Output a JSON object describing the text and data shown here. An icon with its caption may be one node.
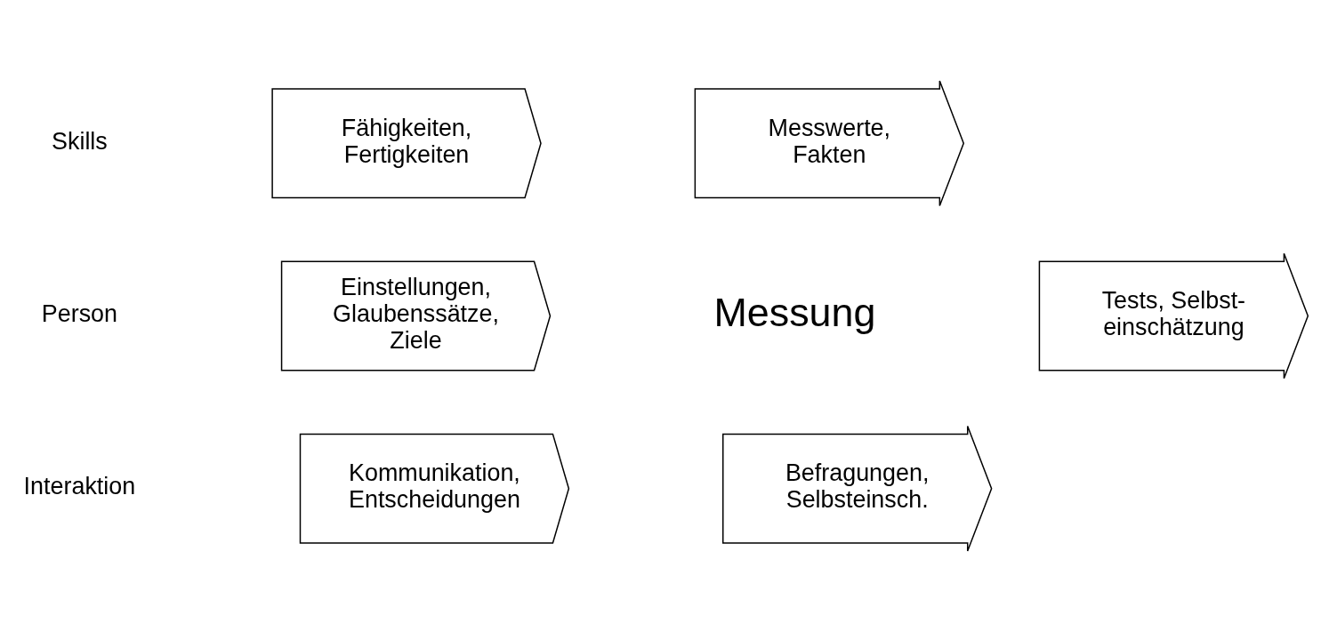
{
  "diagram": {
    "nodes": [
      {
        "text": [
          "Fähigkeiten, Fertigkeiten"
        ]
      },
      {
        "text": [
          "Einstellungen, Glaubenssätze, Ziele"
        ]
      },
      {
        "text": [
          "Kommunikation, Entscheidungen"
        ]
      },
      {
        "text": [
          "Messwerte, Fakten"
        ]
      },
      {
        "text": [
          "Tests, Selbst- einschätzung"
        ]
      },
      {
        "text": [
          "Befragungen, Selbsteinsch."
        ]
      }
    ],
    "edges": [],
    "labels": [
      "Skills",
      "Person",
      "Interaktion",
      "Messung"
    ]
  }
}
